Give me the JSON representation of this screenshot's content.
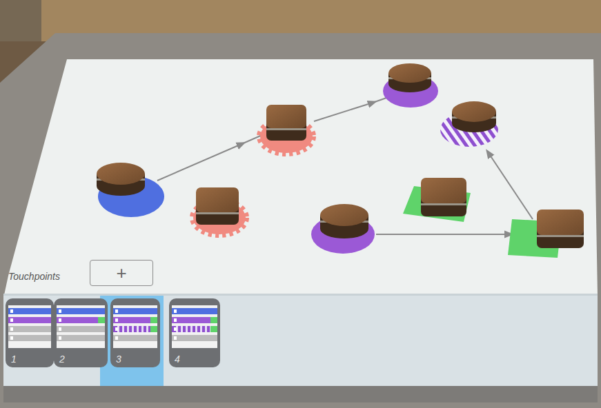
{
  "diagram": {
    "nodes": [
      {
        "text": [
          "+"
        ]
      },
      {
        "text": [
          "1"
        ]
      },
      {
        "text": [
          "2"
        ]
      },
      {
        "text": [
          "3"
        ]
      },
      {
        "text": [
          "4"
        ]
      }
    ],
    "labels": [
      "Touchpoints"
    ]
  }
}
